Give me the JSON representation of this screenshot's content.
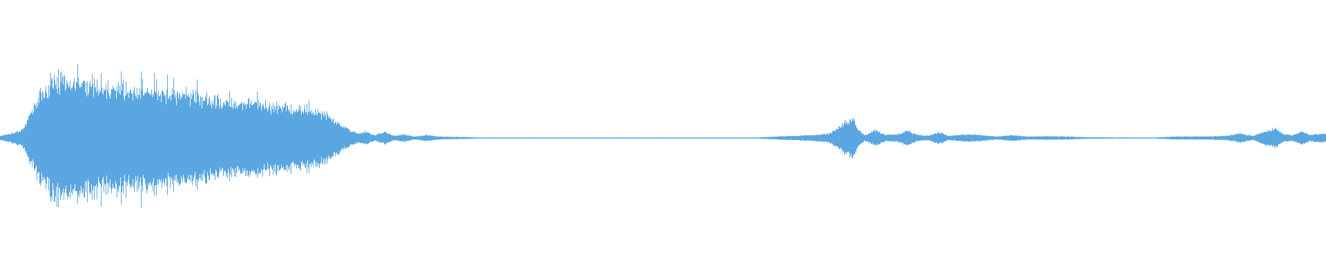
{
  "waveform": {
    "color": "#5aa6e0",
    "background": "#ffffff",
    "envelope": [
      [
        0.0,
        0.03
      ],
      [
        0.008,
        0.06
      ],
      [
        0.016,
        0.1
      ],
      [
        0.022,
        0.28
      ],
      [
        0.03,
        0.58
      ],
      [
        0.04,
        0.78
      ],
      [
        0.05,
        0.78
      ],
      [
        0.06,
        0.76
      ],
      [
        0.075,
        0.7
      ],
      [
        0.09,
        0.68
      ],
      [
        0.11,
        0.64
      ],
      [
        0.13,
        0.6
      ],
      [
        0.15,
        0.55
      ],
      [
        0.17,
        0.48
      ],
      [
        0.19,
        0.45
      ],
      [
        0.21,
        0.42
      ],
      [
        0.23,
        0.38
      ],
      [
        0.245,
        0.32
      ],
      [
        0.255,
        0.2
      ],
      [
        0.262,
        0.12
      ],
      [
        0.27,
        0.06
      ],
      [
        0.275,
        0.09
      ],
      [
        0.282,
        0.04
      ],
      [
        0.29,
        0.08
      ],
      [
        0.297,
        0.03
      ],
      [
        0.305,
        0.05
      ],
      [
        0.312,
        0.02
      ],
      [
        0.322,
        0.04
      ],
      [
        0.33,
        0.02
      ],
      [
        0.345,
        0.015
      ],
      [
        0.36,
        0.008
      ],
      [
        0.4,
        0.005
      ],
      [
        0.5,
        0.005
      ],
      [
        0.57,
        0.006
      ],
      [
        0.585,
        0.02
      ],
      [
        0.6,
        0.03
      ],
      [
        0.615,
        0.04
      ],
      [
        0.625,
        0.06
      ],
      [
        0.632,
        0.14
      ],
      [
        0.638,
        0.22
      ],
      [
        0.643,
        0.24
      ],
      [
        0.648,
        0.1
      ],
      [
        0.652,
        0.04
      ],
      [
        0.66,
        0.1
      ],
      [
        0.668,
        0.04
      ],
      [
        0.676,
        0.05
      ],
      [
        0.684,
        0.1
      ],
      [
        0.692,
        0.04
      ],
      [
        0.7,
        0.03
      ],
      [
        0.708,
        0.08
      ],
      [
        0.715,
        0.03
      ],
      [
        0.728,
        0.05
      ],
      [
        0.74,
        0.04
      ],
      [
        0.752,
        0.02
      ],
      [
        0.762,
        0.04
      ],
      [
        0.775,
        0.02
      ],
      [
        0.79,
        0.025
      ],
      [
        0.805,
        0.02
      ],
      [
        0.82,
        0.01
      ],
      [
        0.87,
        0.006
      ],
      [
        0.885,
        0.02
      ],
      [
        0.91,
        0.02
      ],
      [
        0.925,
        0.03
      ],
      [
        0.935,
        0.06
      ],
      [
        0.945,
        0.03
      ],
      [
        0.955,
        0.1
      ],
      [
        0.962,
        0.12
      ],
      [
        0.968,
        0.05
      ],
      [
        0.975,
        0.04
      ],
      [
        0.982,
        0.09
      ],
      [
        0.988,
        0.04
      ],
      [
        0.995,
        0.06
      ],
      [
        1.0,
        0.05
      ]
    ]
  }
}
